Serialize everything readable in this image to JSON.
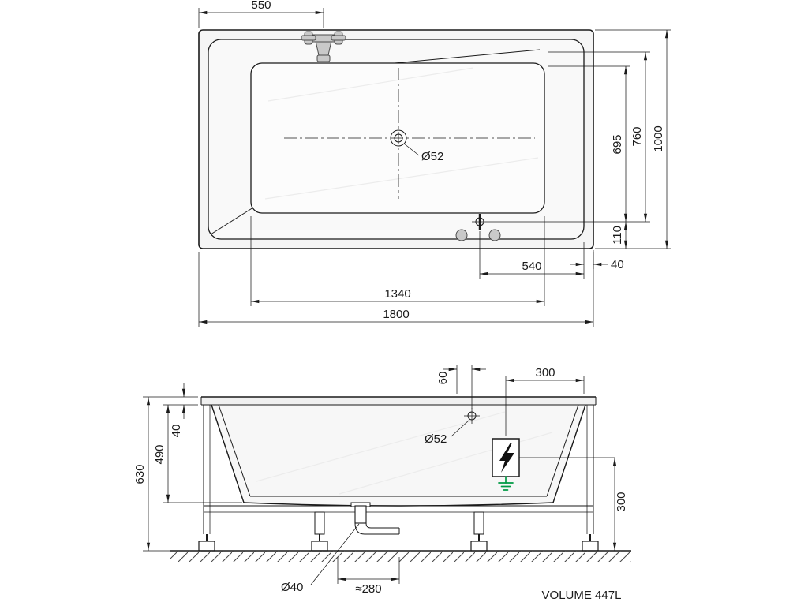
{
  "drawing": {
    "type": "technical-drawing",
    "product": "bathtub-installation-drawing",
    "volume_label": "VOLUME 447L"
  },
  "top_view": {
    "dims": {
      "faucet_offset": "550",
      "overall_width": "1000",
      "inner_width_760": "760",
      "inner_width_695": "695",
      "overflow_to_edge_110": "110",
      "rim_40": "40",
      "overflow_offset_540": "540",
      "basin_length_1340": "1340",
      "overall_length_1800": "1800",
      "drain_diameter": "Ø52"
    }
  },
  "front_view": {
    "dims": {
      "hole_offset_60": "60",
      "hole_to_edge_300": "300",
      "rim_drop_40": "40",
      "depth_490": "490",
      "overall_height_630": "630",
      "box_to_floor_300": "300",
      "overflow_diameter": "Ø52",
      "waste_diameter": "Ø40",
      "trap_offset": "≈280"
    }
  },
  "icons": {
    "faucet": "deck-faucet-icon",
    "electric": "electric-shock-warning-icon",
    "ground": "earth-ground-icon",
    "drain": "drain-symbol",
    "overflow": "overflow-symbol"
  },
  "colors": {
    "line": "#1a1a1a",
    "metal": "#c9c9c9",
    "ground_green": "#009a44",
    "fill_light": "#f5f5f5"
  }
}
